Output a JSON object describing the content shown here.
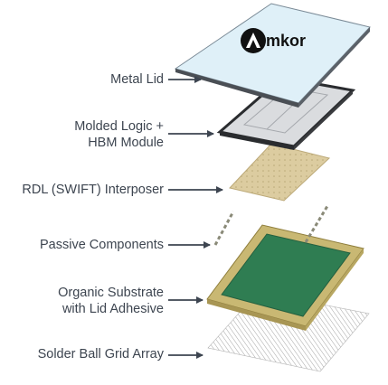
{
  "logo": {
    "text": "mkor"
  },
  "labels": {
    "metal_lid": [
      "Metal Lid"
    ],
    "logic_hbm": [
      "Molded Logic +",
      "HBM Module"
    ],
    "rdl": [
      "RDL (SWIFT) Interposer"
    ],
    "passive": [
      "Passive Components"
    ],
    "substrate": [
      "Organic Substrate",
      "with Lid Adhesive"
    ],
    "bga": [
      "Solder Ball Grid Array"
    ]
  },
  "colors": {
    "lid_top": "#dff0f8",
    "lid_edge": "#4a4f55",
    "logic_fill": "#dadcdf",
    "logic_edge": "#2a2c2f",
    "interposer": "#d9c99a",
    "substrate_frame": "#d2c27f",
    "substrate_inner": "#2f7d52",
    "label_text": "#3d4550",
    "arrow": "#3d4550"
  }
}
